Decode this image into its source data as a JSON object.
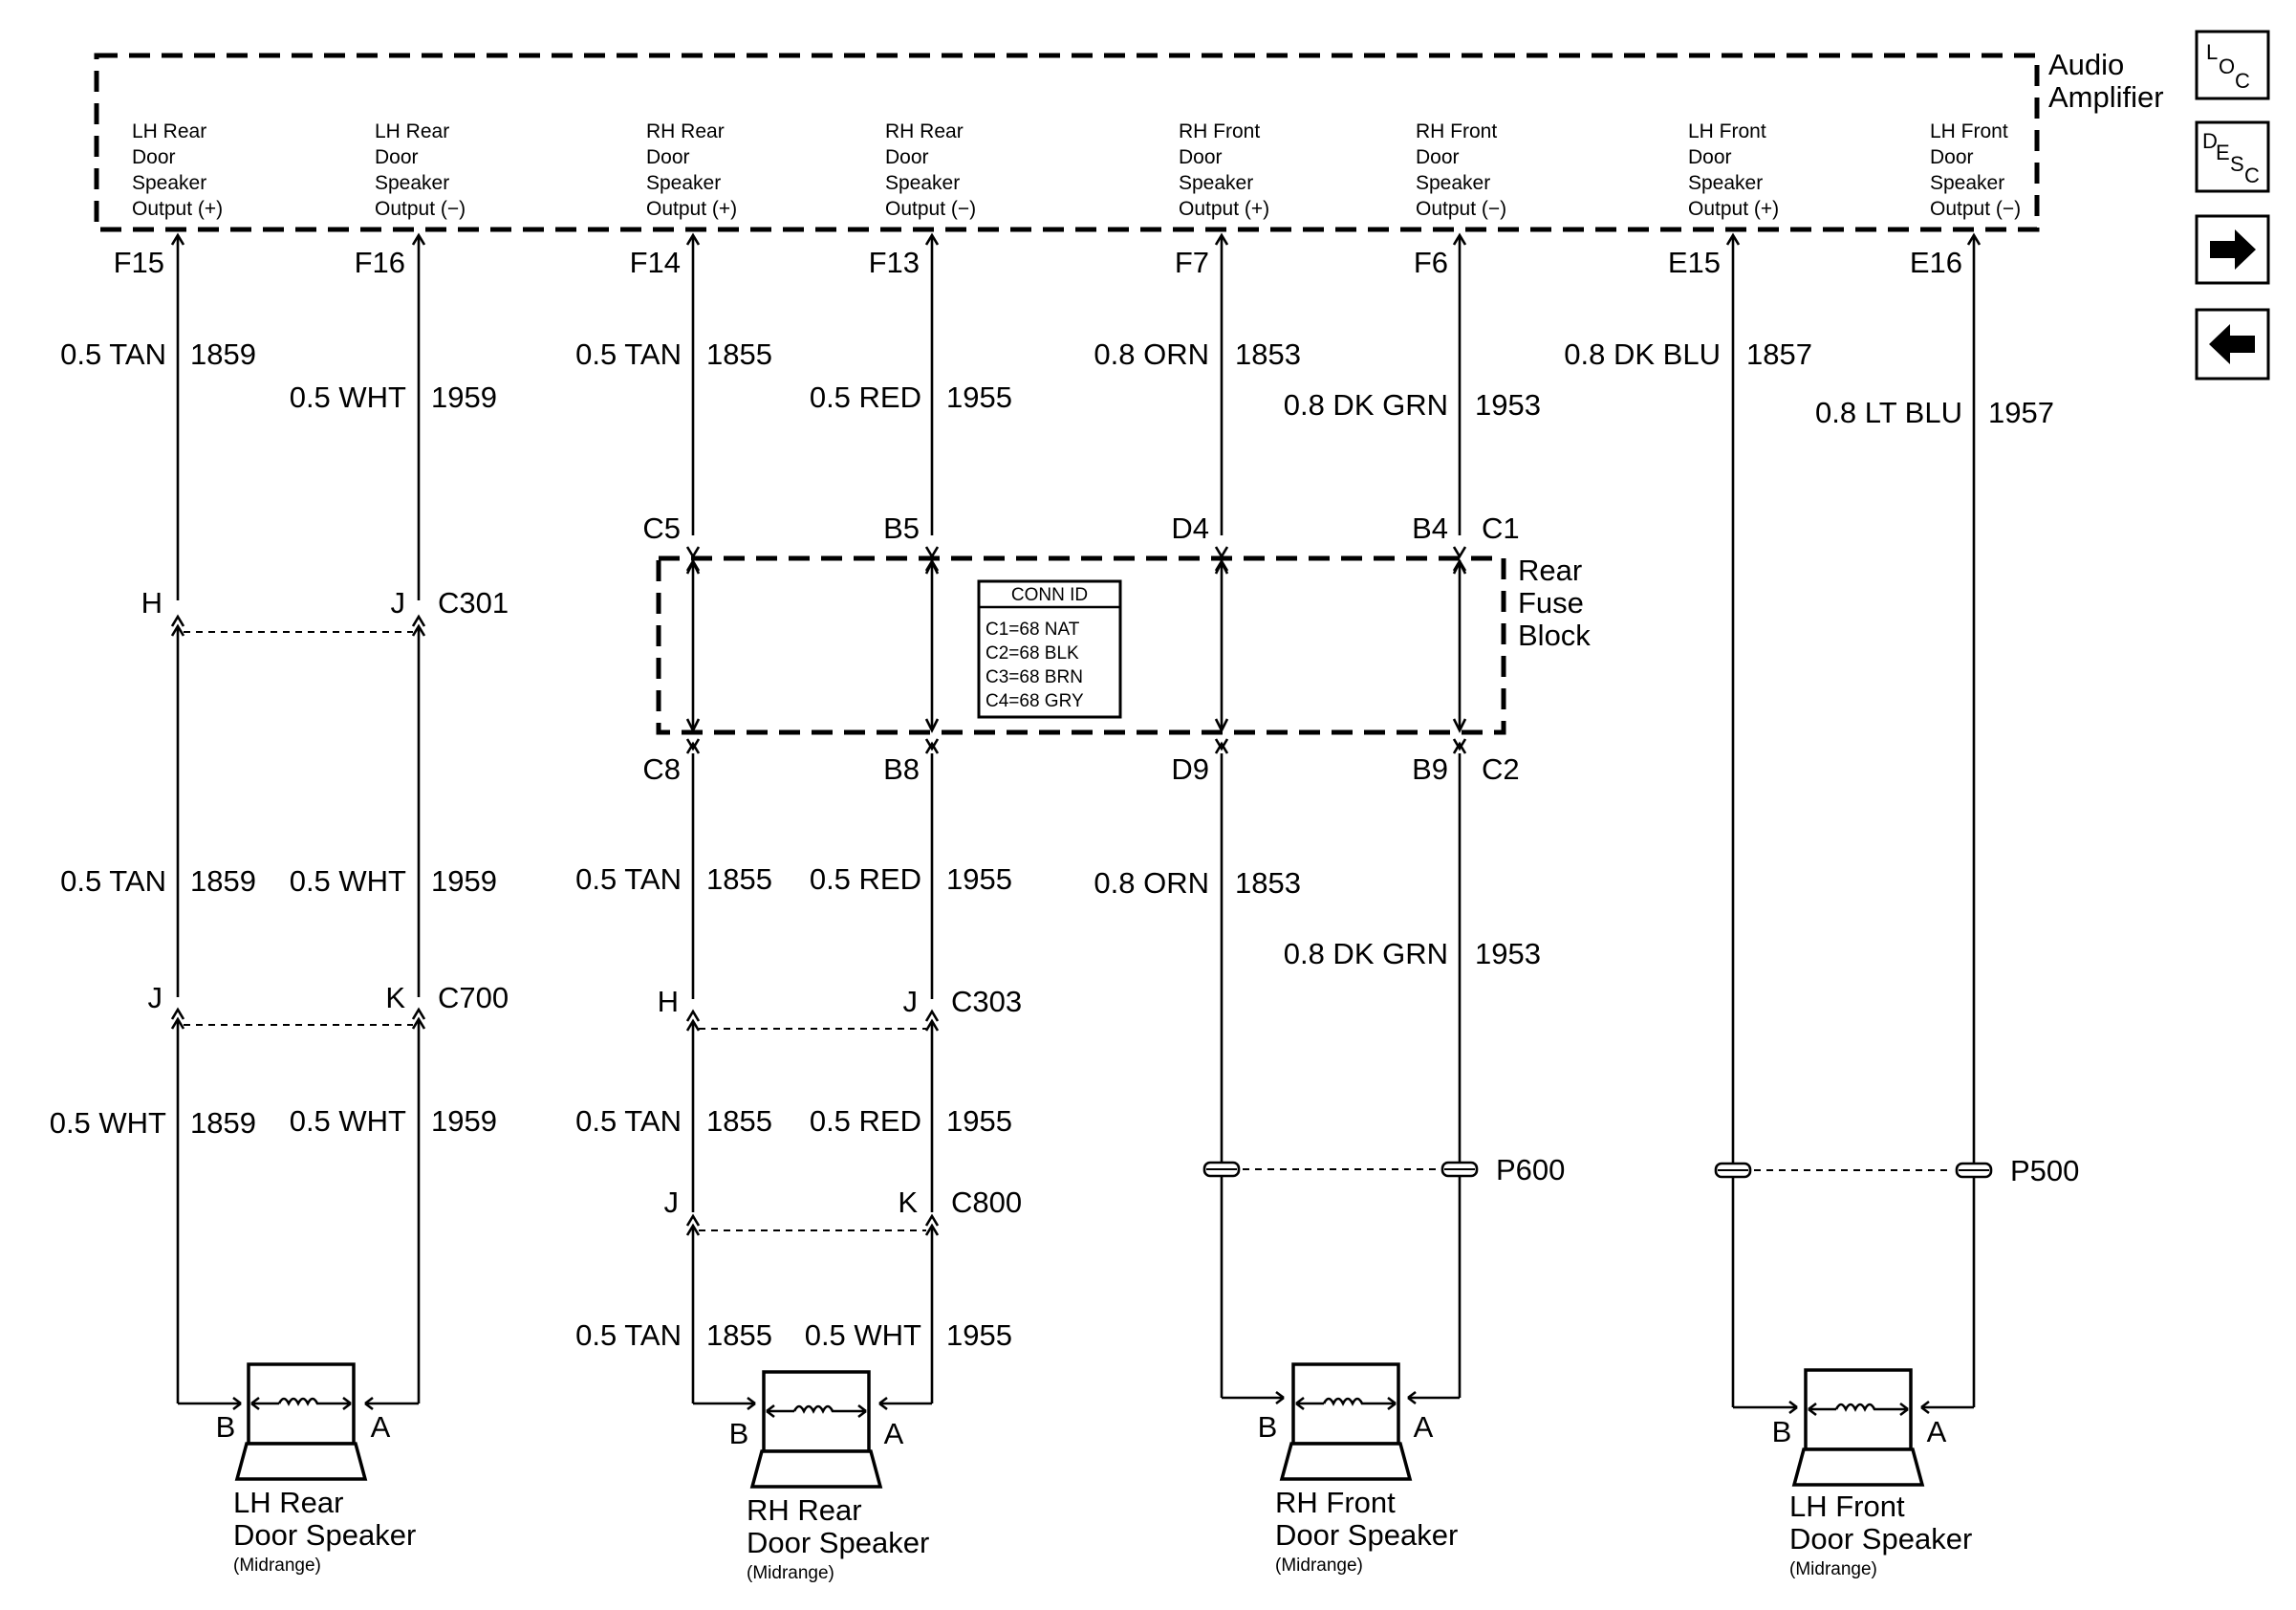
{
  "amplifier": {
    "title_lines": [
      "Audio",
      "Amplifier"
    ],
    "outputs": [
      {
        "lines": [
          "LH Rear",
          "Door",
          "Speaker",
          "Output (+)"
        ],
        "pin": "F15"
      },
      {
        "lines": [
          "LH Rear",
          "Door",
          "Speaker",
          "Output (−)"
        ],
        "pin": "F16"
      },
      {
        "lines": [
          "RH Rear",
          "Door",
          "Speaker",
          "Output (+)"
        ],
        "pin": "F14"
      },
      {
        "lines": [
          "RH Rear",
          "Door",
          "Speaker",
          "Output (−)"
        ],
        "pin": "F13"
      },
      {
        "lines": [
          "RH Front",
          "Door",
          "Speaker",
          "Output (+)"
        ],
        "pin": "F7"
      },
      {
        "lines": [
          "RH Front",
          "Door",
          "Speaker",
          "Output (−)"
        ],
        "pin": "F6"
      },
      {
        "lines": [
          "LH Front",
          "Door",
          "Speaker",
          "Output (+)"
        ],
        "pin": "E15"
      },
      {
        "lines": [
          "LH Front",
          "Door",
          "Speaker",
          "Output (−)"
        ],
        "pin": "E16"
      }
    ]
  },
  "wires": {
    "w1_top": {
      "gauge": "0.5 TAN",
      "circuit": "1859"
    },
    "w2_top": {
      "gauge": "0.5 WHT",
      "circuit": "1959"
    },
    "w3_top": {
      "gauge": "0.5 TAN",
      "circuit": "1855"
    },
    "w4_top": {
      "gauge": "0.5 RED",
      "circuit": "1955"
    },
    "w5_top": {
      "gauge": "0.8 ORN",
      "circuit": "1853"
    },
    "w6_top": {
      "gauge": "0.8 DK GRN",
      "circuit": "1953"
    },
    "w7_top": {
      "gauge": "0.8 DK BLU",
      "circuit": "1857"
    },
    "w8_top": {
      "gauge": "0.8 LT BLU",
      "circuit": "1957"
    },
    "w1_mid": {
      "gauge": "0.5 TAN",
      "circuit": "1859"
    },
    "w2_mid": {
      "gauge": "0.5 WHT",
      "circuit": "1959"
    },
    "w3_mid": {
      "gauge": "0.5 TAN",
      "circuit": "1855"
    },
    "w4_mid": {
      "gauge": "0.5 RED",
      "circuit": "1955"
    },
    "w5_mid": {
      "gauge": "0.8 ORN",
      "circuit": "1853"
    },
    "w6_mid": {
      "gauge": "0.8 DK GRN",
      "circuit": "1953"
    },
    "w1_low": {
      "gauge": "0.5 WHT",
      "circuit": "1859"
    },
    "w2_low": {
      "gauge": "0.5 WHT",
      "circuit": "1959"
    },
    "w3_low": {
      "gauge": "0.5 TAN",
      "circuit": "1855"
    },
    "w4_low": {
      "gauge": "0.5 RED",
      "circuit": "1955"
    },
    "w3_bot": {
      "gauge": "0.5 TAN",
      "circuit": "1855"
    },
    "w4_bot": {
      "gauge": "0.5 WHT",
      "circuit": "1955"
    }
  },
  "fuse_block": {
    "title_lines": [
      "Rear",
      "Fuse",
      "Block"
    ],
    "top_pins": [
      "C5",
      "B5",
      "D4",
      "B4"
    ],
    "top_connector": "C1",
    "bottom_pins": [
      "C8",
      "B8",
      "D9",
      "B9"
    ],
    "bottom_connector": "C2",
    "conn_id": {
      "header": "CONN ID",
      "rows": [
        "C1=68 NAT",
        "C2=68 BLK",
        "C3=68 BRN",
        "C4=68 GRY"
      ]
    }
  },
  "connectors": {
    "c301": {
      "name": "C301",
      "pin_left": "H",
      "pin_right": "J"
    },
    "c700": {
      "name": "C700",
      "pin_left": "J",
      "pin_right": "K"
    },
    "c303": {
      "name": "C303",
      "pin_left": "H",
      "pin_right": "J"
    },
    "c800": {
      "name": "C800",
      "pin_left": "J",
      "pin_right": "K"
    },
    "p600": {
      "name": "P600"
    },
    "p500": {
      "name": "P500"
    }
  },
  "speakers": [
    {
      "pin_b": "B",
      "pin_a": "A",
      "name_lines": [
        "LH Rear",
        "Door Speaker"
      ],
      "sub": "(Midrange)"
    },
    {
      "pin_b": "B",
      "pin_a": "A",
      "name_lines": [
        "RH Rear",
        "Door Speaker"
      ],
      "sub": "(Midrange)"
    },
    {
      "pin_b": "B",
      "pin_a": "A",
      "name_lines": [
        "RH Front",
        "Door Speaker"
      ],
      "sub": "(Midrange)"
    },
    {
      "pin_b": "B",
      "pin_a": "A",
      "name_lines": [
        "LH Front",
        "Door Speaker"
      ],
      "sub": "(Midrange)"
    }
  ],
  "nav": {
    "loc": {
      "l": "L",
      "o": "O",
      "c": "C"
    },
    "desc": {
      "d": "D",
      "e": "E",
      "s": "S",
      "c": "C"
    },
    "next_icon": "right-arrow-icon",
    "prev_icon": "left-arrow-icon"
  }
}
